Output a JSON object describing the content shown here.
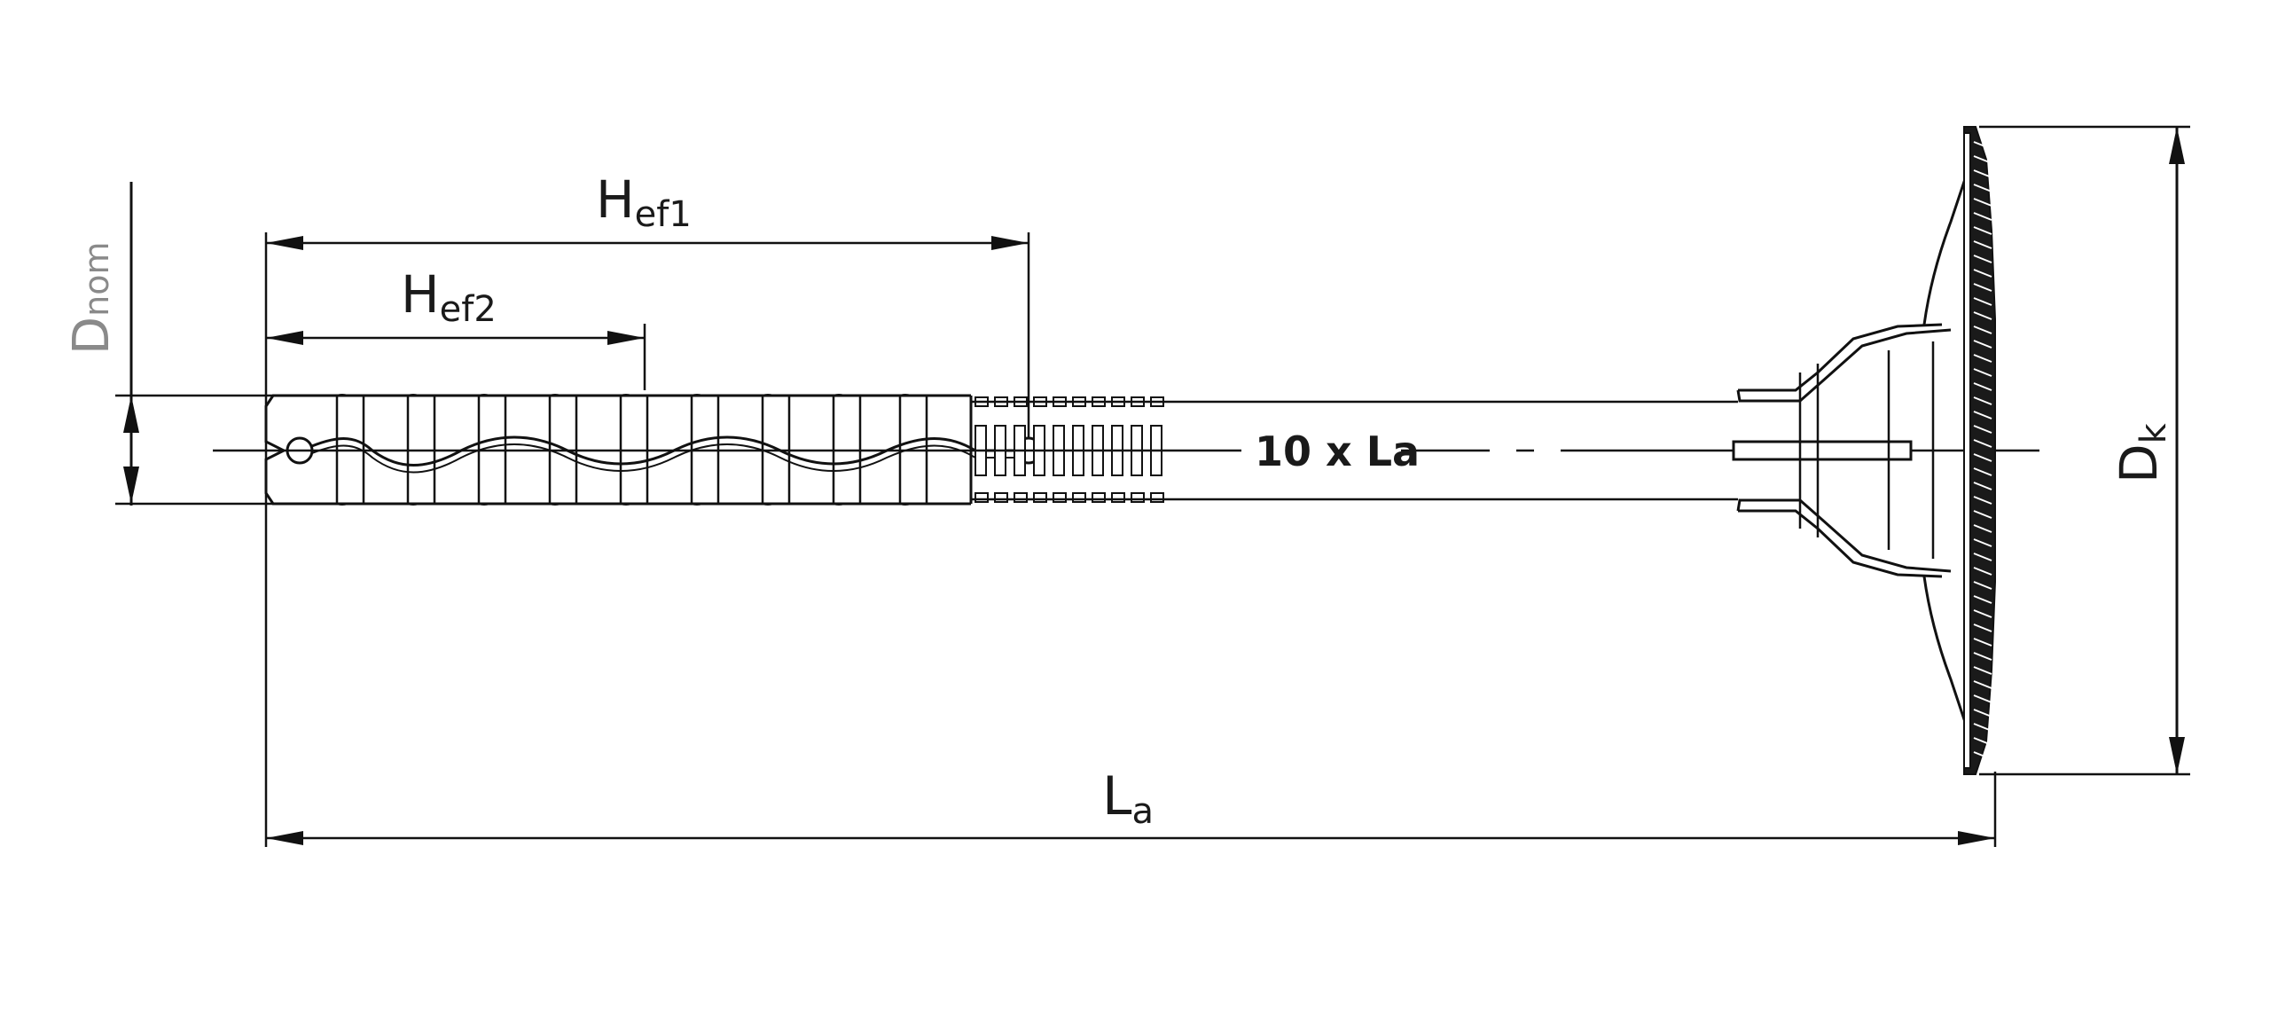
{
  "labels": {
    "d_nom": {
      "main": "D",
      "sub": "nom"
    },
    "h_ef1": {
      "main": "H",
      "sub": "ef1"
    },
    "h_ef2": {
      "main": "H",
      "sub": "ef2"
    },
    "l_a": {
      "main": "L",
      "sub": "a"
    },
    "d_k": {
      "main": "D",
      "sub": "k"
    },
    "center_note": "10 x La"
  },
  "colors": {
    "line": "#111111",
    "fill_dark": "#1a1a1a",
    "dnom_label": "#8a8a8a",
    "background": "#ffffff"
  }
}
